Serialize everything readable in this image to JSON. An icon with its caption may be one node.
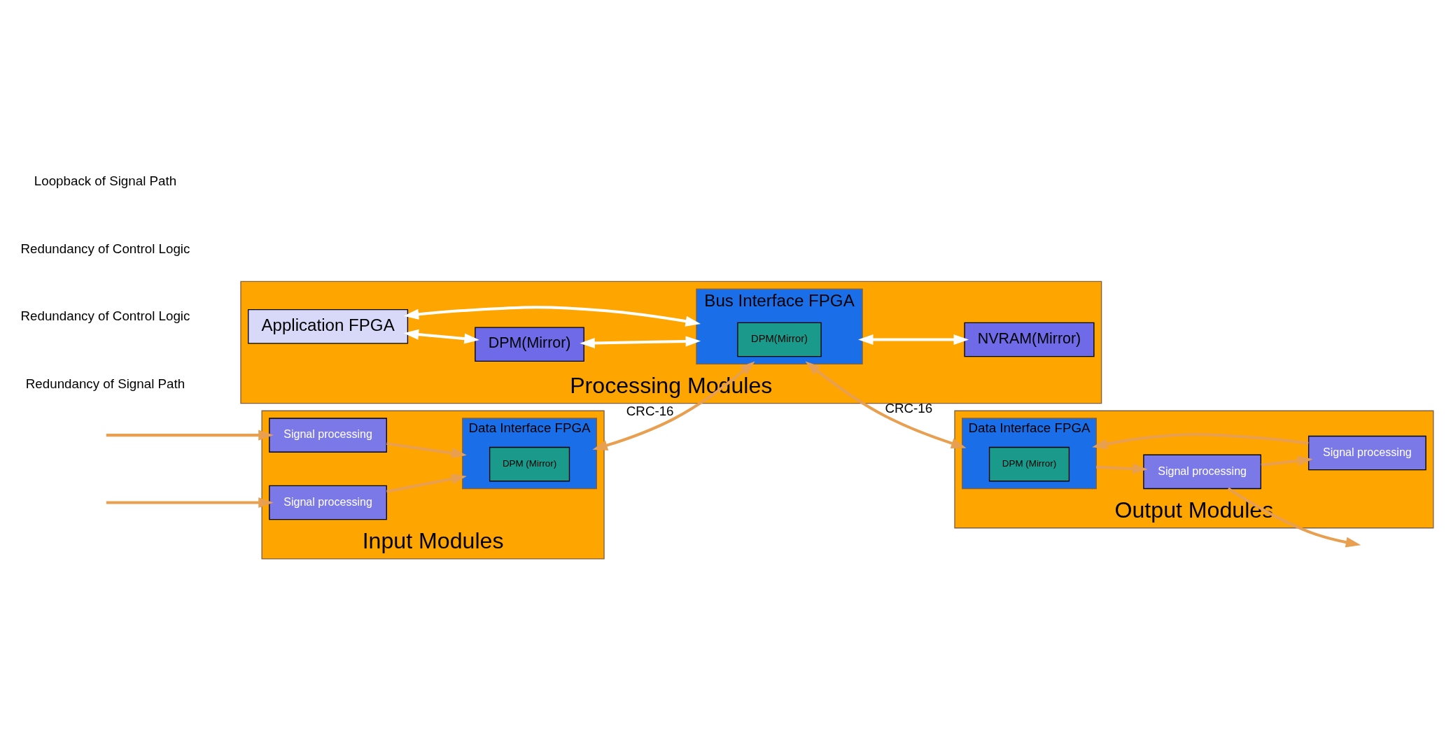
{
  "diagram": {
    "nodes": [
      {
        "text": [
          "Input Modules"
        ]
      },
      {
        "text": [
          "Signal processing"
        ],
        "in": 0
      },
      {
        "text": [
          "Signal processing"
        ],
        "in": 0
      },
      {
        "text": [
          "Data Interface FPGA"
        ],
        "in": 0
      },
      {
        "text": [
          "DPM (Mirror)"
        ],
        "in": 3
      },
      {
        "text": [
          "Processing Modules"
        ]
      },
      {
        "text": [
          "Application FPGA"
        ],
        "in": 5
      },
      {
        "text": [
          "DPM(Mirror)"
        ],
        "in": 5
      },
      {
        "text": [
          "Bus Interface FPGA"
        ],
        "in": 5
      },
      {
        "text": [
          "DPM(Mirror)"
        ],
        "in": 8
      },
      {
        "text": [
          "NVRAM(Mirror)"
        ],
        "in": 5
      },
      {
        "text": [
          "Output Modules"
        ]
      },
      {
        "text": [
          "Data Interface FPGA"
        ],
        "in": 11
      },
      {
        "text": [
          "DPM (Mirror)"
        ],
        "in": 12
      },
      {
        "text": [
          "Signal processing"
        ],
        "in": 11
      },
      {
        "text": [
          "Signal processing"
        ],
        "in": 11
      }
    ],
    "edges": [
      {
        "from": null,
        "to": 1,
        "arrow": "to"
      },
      {
        "from": null,
        "to": 2,
        "arrow": "to"
      },
      {
        "from": 1,
        "to": 3,
        "arrow": "to"
      },
      {
        "from": 2,
        "to": 3,
        "arrow": "to"
      },
      {
        "from": 3,
        "to": 8,
        "arrow": "both",
        "label": "CRC-16"
      },
      {
        "from": 6,
        "to": 7,
        "arrow": "both",
        "color": "#ffffff"
      },
      {
        "from": 7,
        "to": 8,
        "arrow": "both",
        "color": "#ffffff"
      },
      {
        "from": 6,
        "to": 8,
        "arrow": "both",
        "color": "#ffffff"
      },
      {
        "from": 8,
        "to": 10,
        "arrow": "both",
        "color": "#ffffff"
      },
      {
        "from": 8,
        "to": 12,
        "arrow": "both",
        "label": "CRC-16"
      },
      {
        "from": 12,
        "to": 14,
        "arrow": "to"
      },
      {
        "from": 14,
        "to": null,
        "arrow": "to"
      },
      {
        "from": 14,
        "to": 15,
        "arrow": "to"
      },
      {
        "from": 15,
        "to": 12,
        "arrow": "to"
      }
    ],
    "labels": [
      "Redundancy of Signal Path",
      "Redundancy of Control Logic",
      "Redundancy of Control Logic",
      "Loopback of Signal Path"
    ]
  }
}
